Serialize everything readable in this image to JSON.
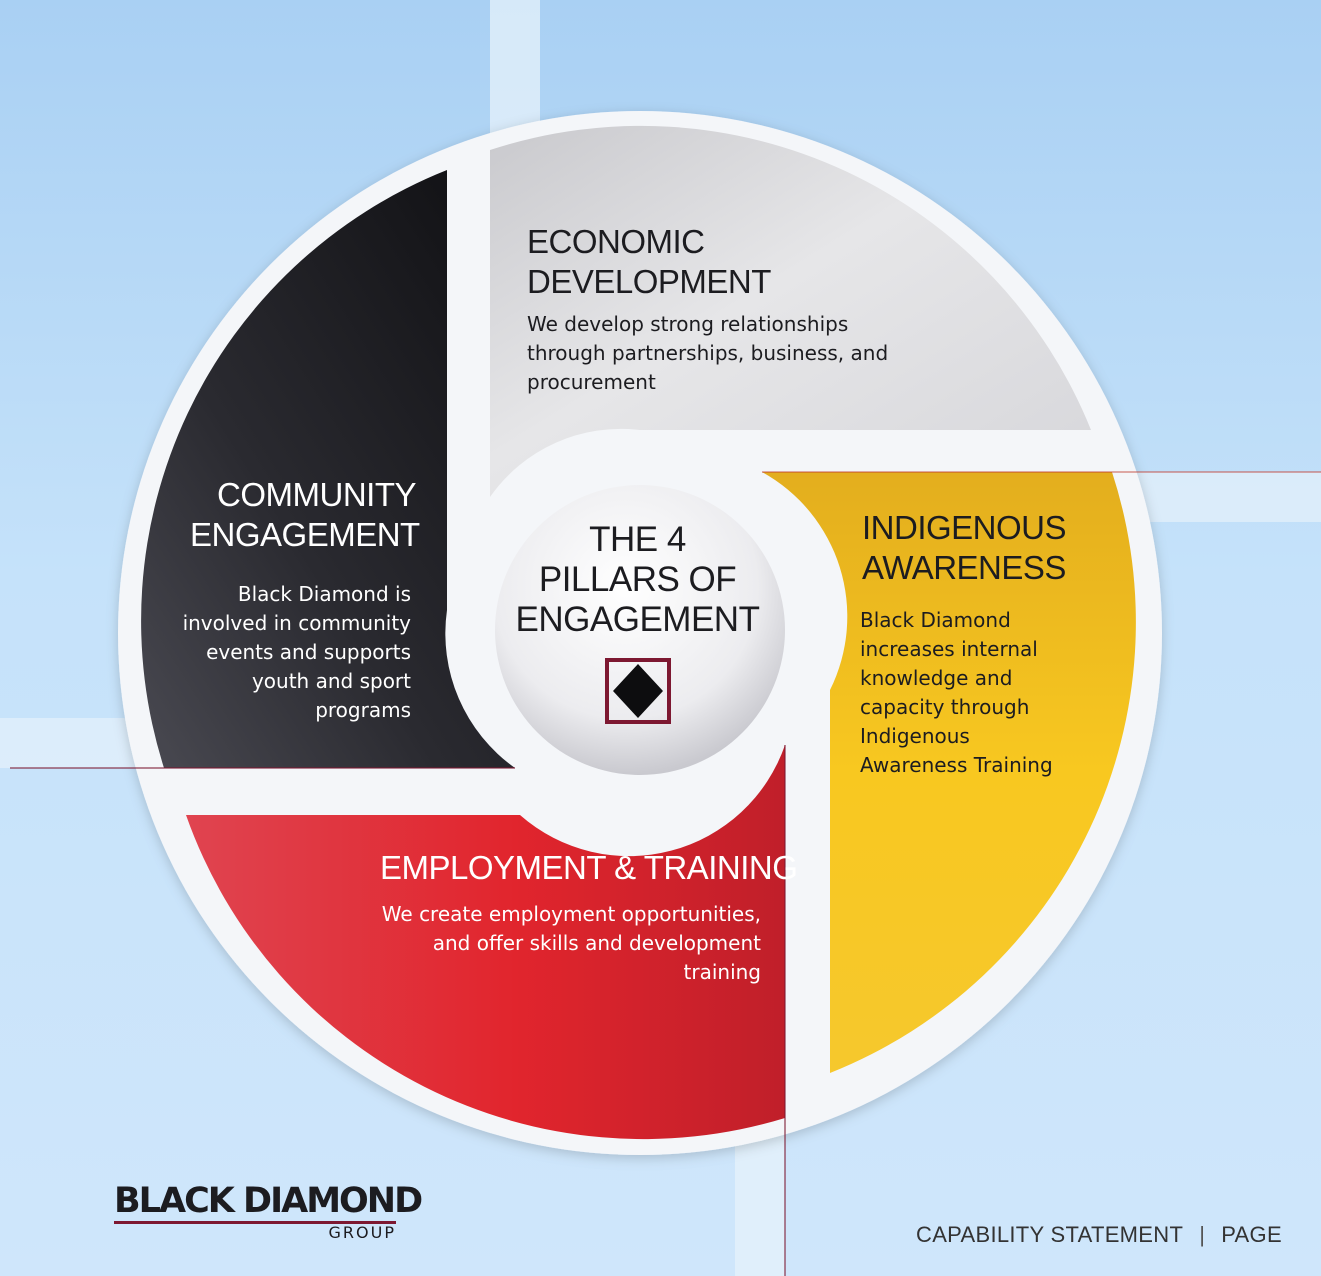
{
  "center": {
    "title": "THE 4\nPILLARS OF\nENGAGEMENT",
    "icon": "black-diamond-icon"
  },
  "pillars": {
    "economic": {
      "title": "ECONOMIC\nDEVELOPMENT",
      "body": "We develop strong relationships through partnerships, business, and procurement",
      "color": "#dcdcdf"
    },
    "community": {
      "title": "COMMUNITY\nENGAGEMENT",
      "body": "Black Diamond is involved in community events and supports youth and sport programs",
      "color": "#1e1e22"
    },
    "indigenous": {
      "title": "INDIGENOUS\nAWARENESS",
      "body": "Black Diamond increases internal knowledge and capacity through Indigenous Awareness Training",
      "color": "#f5c21c"
    },
    "employment": {
      "title": "EMPLOYMENT & TRAINING",
      "body": "We create employment opportunities, and offer skills and development training",
      "color": "#e0242c"
    }
  },
  "logo": {
    "main": "BLACK DIAMOND",
    "sub": "GROUP",
    "accent_color": "#7d1831"
  },
  "footer": {
    "label": "CAPABILITY STATEMENT",
    "separator": "|",
    "page": "PAGE"
  }
}
